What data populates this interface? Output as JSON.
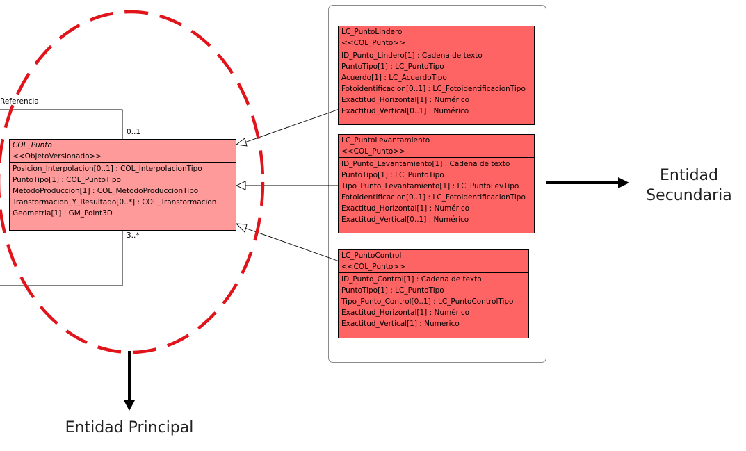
{
  "main_entity": {
    "name": "COL_Punto",
    "stereotype": "<<ObjetoVersionado>>",
    "attributes": [
      "Posicion_Interpolacion[0..1] : COL_InterpolacionTipo",
      "PuntoTipo[1] : COL_PuntoTipo",
      "MetodoProduccion[1] : COL_MetodoProduccionTipo",
      "Transformacion_Y_Resultado[0..*] : COL_Transformacion",
      "Geometria[1] : GM_Point3D"
    ]
  },
  "secondary_entities": [
    {
      "name": "LC_PuntoLindero",
      "stereotype": "<<COL_Punto>>",
      "attributes": [
        "ID_Punto_Lindero[1] : Cadena de texto",
        "PuntoTipo[1] : LC_PuntoTipo",
        "Acuerdo[1] : LC_AcuerdoTipo",
        "Fotoidentificacion[0..1] : LC_FotoidentificacionTipo",
        "Exactitud_Horizontal[1] : Numérico",
        "Exactitud_Vertical[0..1] : Numérico"
      ]
    },
    {
      "name": "LC_PuntoLevantamiento",
      "stereotype": "<<COL_Punto>>",
      "attributes": [
        "ID_Punto_Levantamiento[1] : Cadena de texto",
        "PuntoTipo[1] : LC_PuntoTipo",
        "Tipo_Punto_Levantamiento[1] : LC_PuntoLevTipo",
        "Fotoidentificacion[0..1] : LC_FotoidentificacionTipo",
        "Exactitud_Horizontal[1] : Numérico",
        "Exactitud_Vertical[0..1] : Numérico"
      ]
    },
    {
      "name": "LC_PuntoControl",
      "stereotype": "<<COL_Punto>>",
      "attributes": [
        "ID_Punto_Control[1] : Cadena de texto",
        "PuntoTipo[1] : LC_PuntoTipo",
        "Tipo_Punto_Control[0..1] : LC_PuntoControlTipo",
        "Exactitud_Horizontal[1] : Numérico",
        "Exactitud_Vertical[1] : Numérico"
      ]
    }
  ],
  "association": {
    "role_label": "Referencia",
    "multiplicity_top": "0..1",
    "multiplicity_bottom": "3..*"
  },
  "annotations": {
    "principal_label": "Entidad Principal",
    "secondary_label_line1": "Entidad",
    "secondary_label_line2": "Secundaria"
  },
  "colors": {
    "main_fill": "#ff9a9a",
    "secondary_fill": "#ff6464",
    "dashed_ellipse": "#e0151c"
  }
}
